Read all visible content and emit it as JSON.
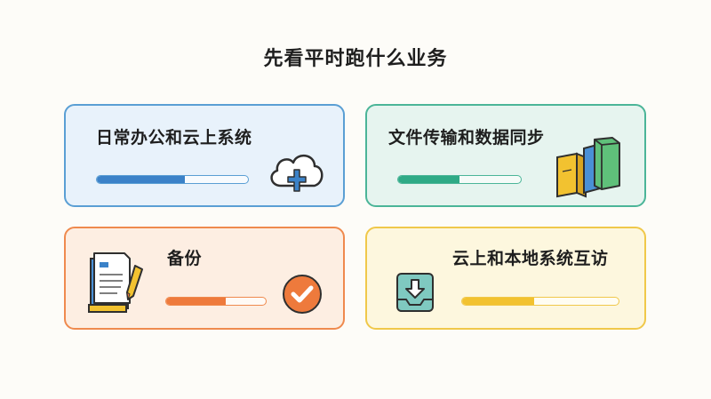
{
  "title": "先看平时跑什么业务",
  "colors": {
    "blue": "#3b82c8",
    "green": "#2faa86",
    "orange": "#ee7a3c",
    "yellow": "#f2c230"
  },
  "cards": [
    {
      "label": "日常办公和云上系统",
      "progress": 0.58,
      "icon": "cloud-upload-icon"
    },
    {
      "label": "文件传输和数据同步",
      "progress": 0.5,
      "icon": "folders-icon"
    },
    {
      "label": "备份",
      "progress": 0.6,
      "icon": "document-pencil-icon"
    },
    {
      "label": "云上和本地系统互访",
      "progress": 0.46,
      "icon": "download-tray-icon"
    }
  ]
}
